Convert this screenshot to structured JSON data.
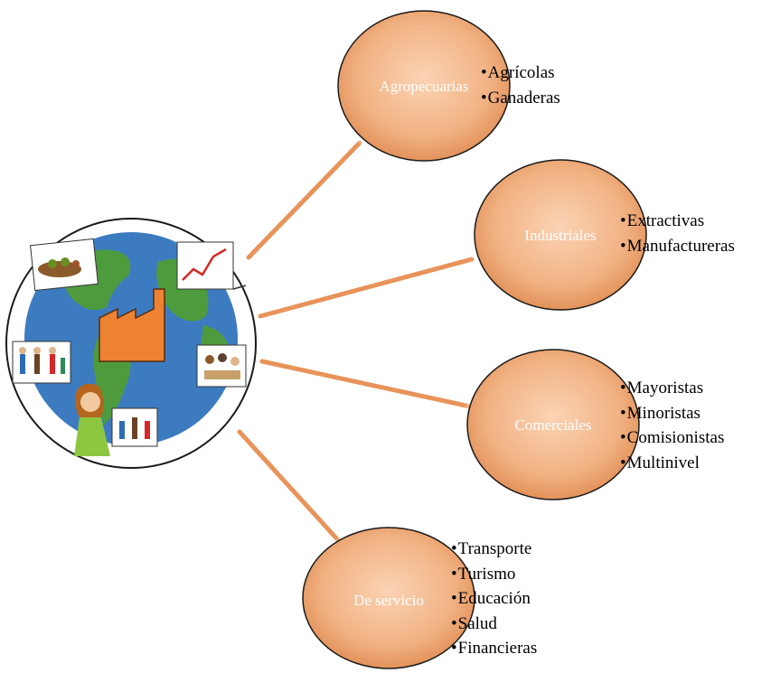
{
  "colors": {
    "connector": "#E8935A",
    "node_fill_center": "#FBD3B4",
    "node_fill_edge": "#E89A62",
    "node_stroke": "#1a1a1a",
    "earth_ocean": "#3C7BC0",
    "earth_land": "#4E9B3E",
    "factory": "#EE8233"
  },
  "center": {
    "icon": "globe-with-industry-illustration"
  },
  "categories": [
    {
      "label": "Agropecuarias",
      "items": [
        "Agrícolas",
        "Ganaderas"
      ]
    },
    {
      "label": "Industriales",
      "items": [
        "Extractivas",
        "Manufactureras"
      ]
    },
    {
      "label": "Comerciales",
      "items": [
        "Mayoristas",
        "Minoristas",
        "Comisionistas",
        "Multinivel"
      ]
    },
    {
      "label": "De servicio",
      "items": [
        "Transporte",
        "Turismo",
        "Educación",
        "Salud",
        "Financieras"
      ]
    }
  ]
}
